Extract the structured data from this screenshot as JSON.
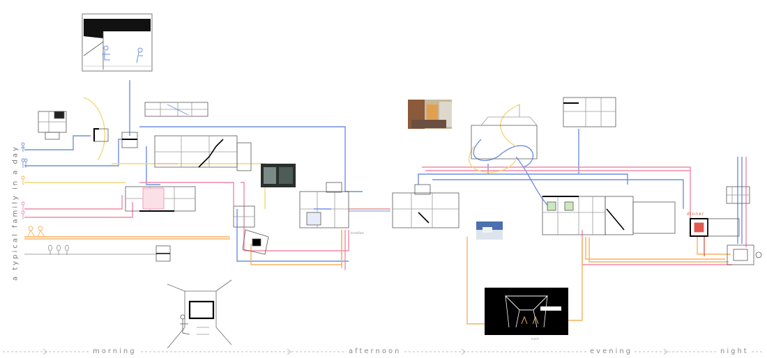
{
  "diagram": {
    "side_label": "a typical family in a day",
    "phases": [
      "morning",
      "afternoon",
      "evening",
      "night"
    ],
    "small_labels": {
      "breakfast": "breakfast",
      "lunch": "lunch",
      "dinner": "dinner"
    },
    "colors": {
      "blue": "#6f8fe0",
      "pink": "#f08aa6",
      "orange": "#f5b060",
      "yellow": "#f3d77a",
      "red": "#e05a50",
      "line": "#666666"
    }
  }
}
